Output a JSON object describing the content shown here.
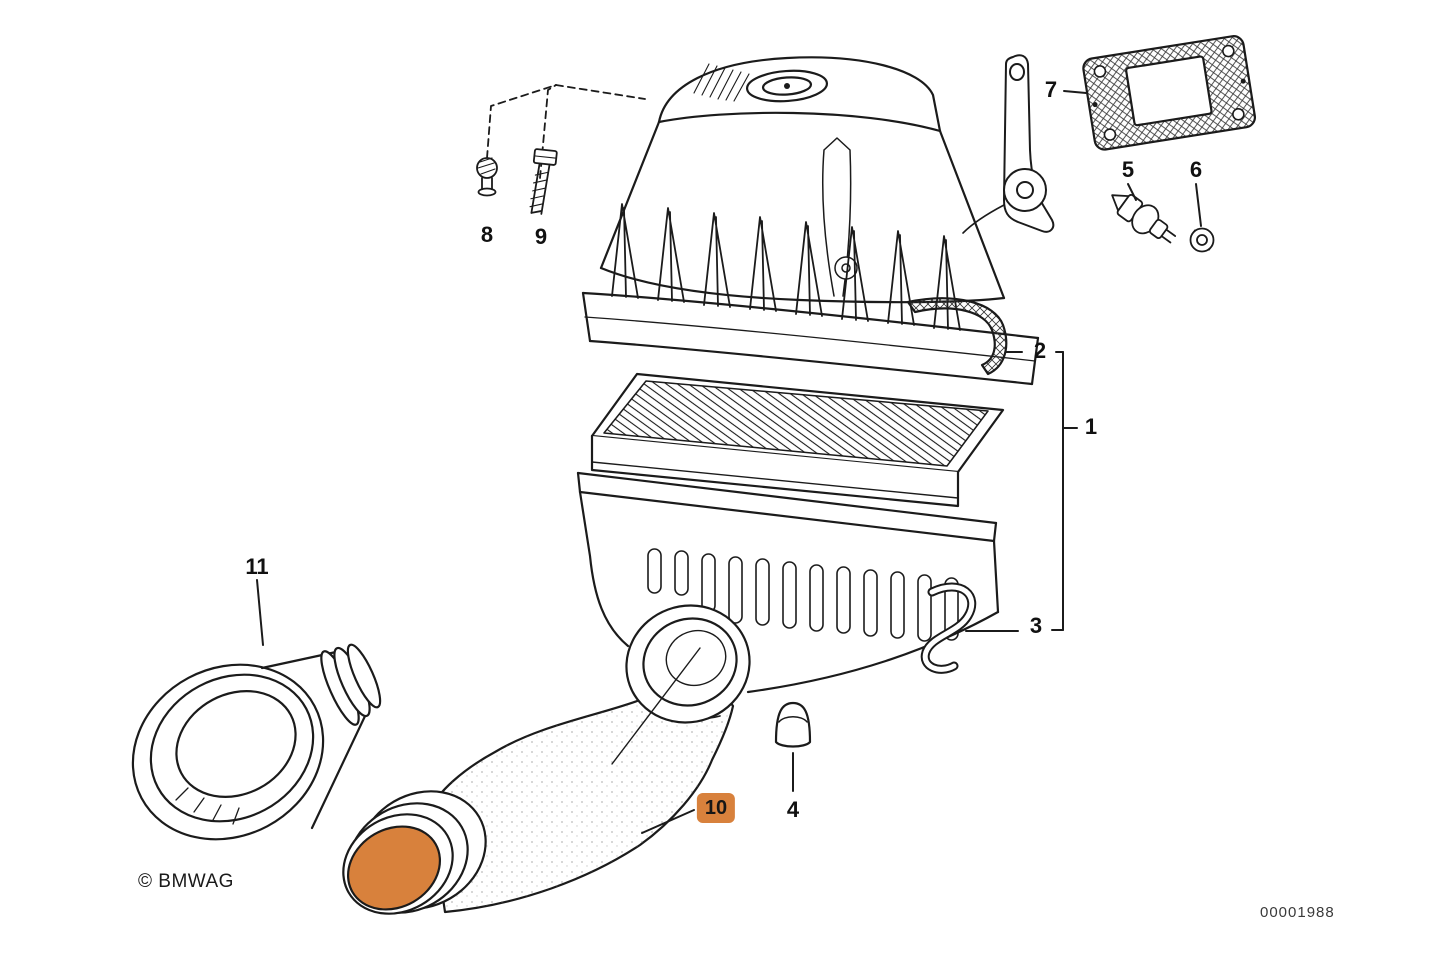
{
  "page": {
    "copyright": "© BMWAG",
    "doc_number": "00001988"
  },
  "highlight": {
    "color": "#D8813C",
    "highlighted_callout": "10"
  },
  "callouts": {
    "p1": "1",
    "p2": "2",
    "p3": "3",
    "p4": "4",
    "p5": "5",
    "p6": "6",
    "p7": "7",
    "p8": "8",
    "p9": "9",
    "p10": "10",
    "p11": "11"
  }
}
